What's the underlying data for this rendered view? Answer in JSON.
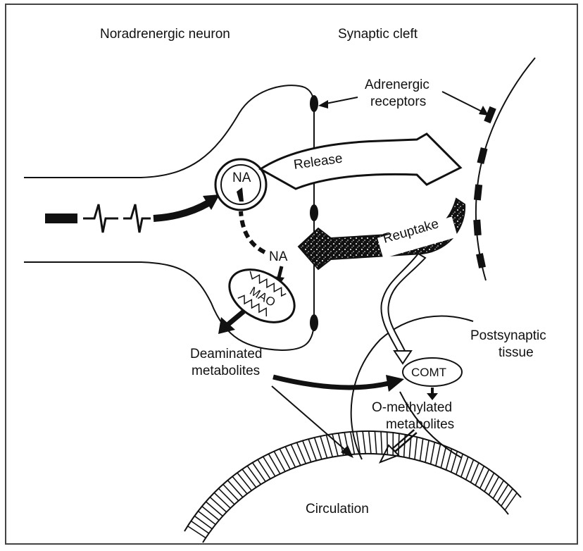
{
  "labels": {
    "noradrenergic_neuron": "Noradrenergic neuron",
    "synaptic_cleft": "Synaptic cleft",
    "adrenergic_receptors_line1": "Adrenergic",
    "adrenergic_receptors_line2": "receptors",
    "release": "Release",
    "reuptake": "Reuptake",
    "na_vesicle": "NA",
    "na_free": "NA",
    "mao": "MAO",
    "deaminated_line1": "Deaminated",
    "deaminated_line2": "metabolites",
    "postsynaptic_line1": "Postsynaptic",
    "postsynaptic_line2": "tissue",
    "comt": "COMT",
    "o_methylated_line1": "O-methylated",
    "o_methylated_line2": "metabolites",
    "circulation": "Circulation"
  },
  "colors": {
    "ink": "#111111",
    "paper": "#ffffff",
    "border": "#444444"
  }
}
